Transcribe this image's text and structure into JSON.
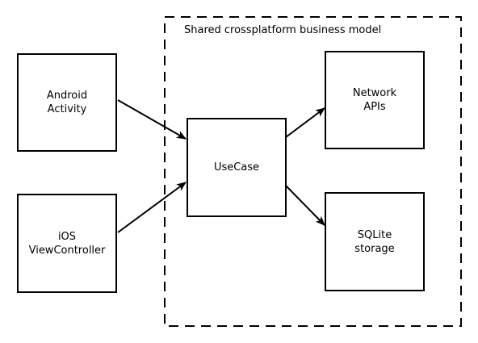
{
  "diagram": {
    "region": {
      "label": "Shared crossplatform business model"
    },
    "nodes": {
      "android": {
        "label": "Android\nActivity"
      },
      "ios": {
        "label": "iOS\nViewController"
      },
      "usecase": {
        "label": "UseCase"
      },
      "network": {
        "label": "Network\nAPIs"
      },
      "sqlite": {
        "label": "SQLite\nstorage"
      }
    },
    "edges": [
      {
        "from": "android",
        "to": "usecase"
      },
      {
        "from": "ios",
        "to": "usecase"
      },
      {
        "from": "usecase",
        "to": "network"
      },
      {
        "from": "usecase",
        "to": "sqlite"
      }
    ]
  }
}
